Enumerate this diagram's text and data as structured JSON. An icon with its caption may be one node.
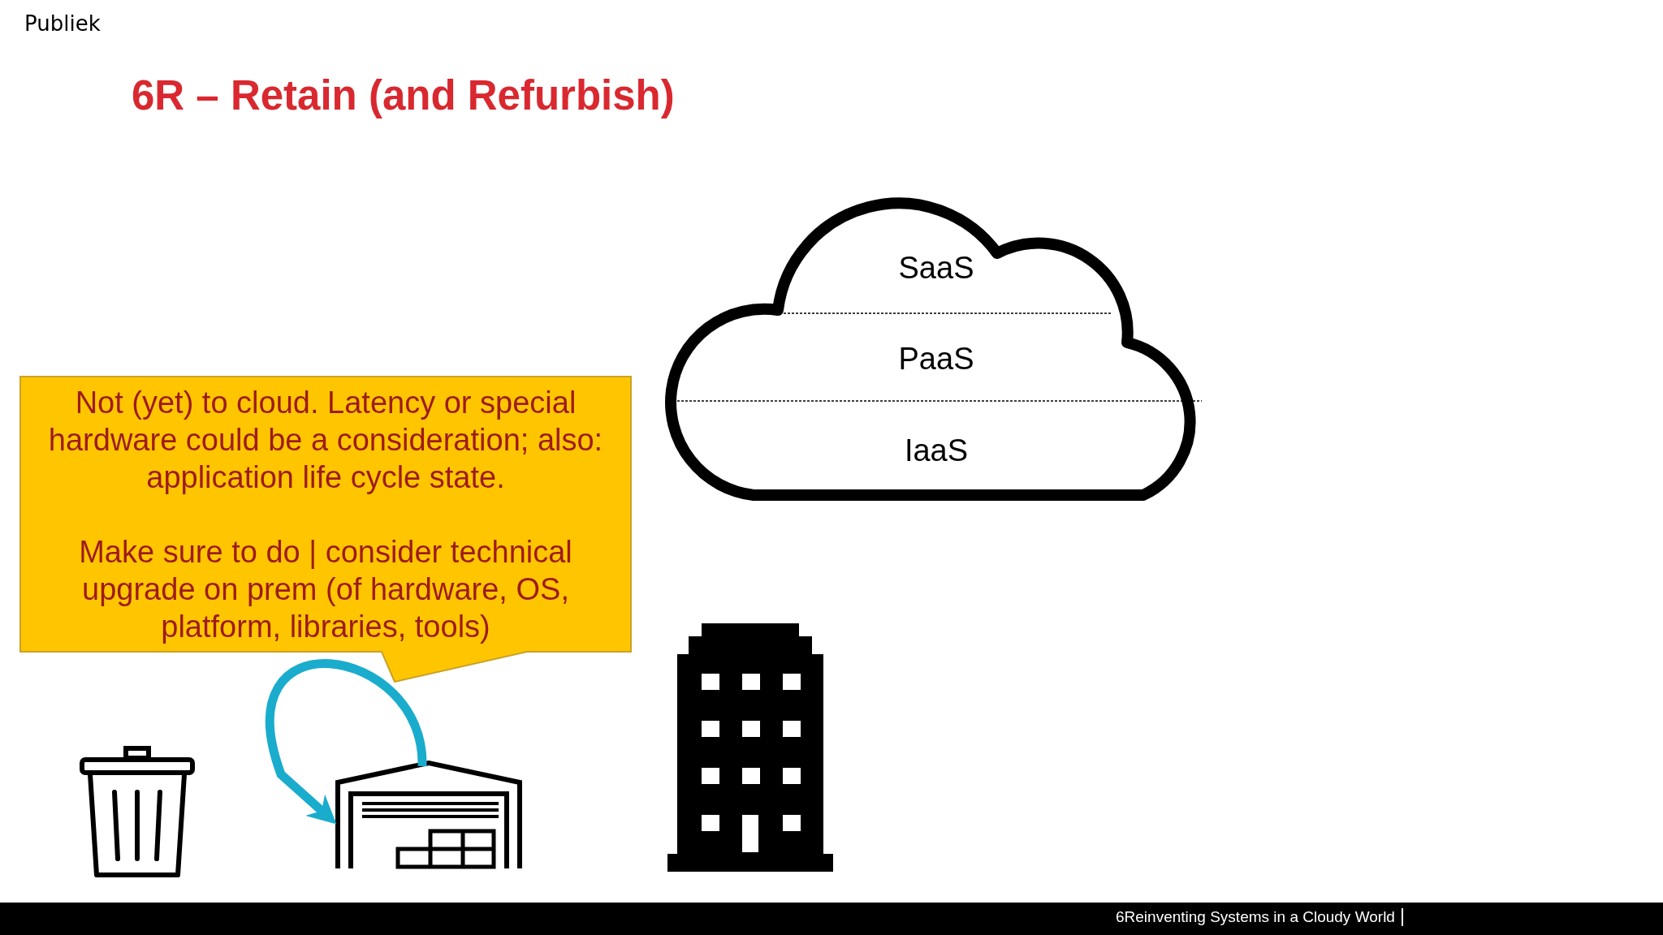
{
  "diagram": {
    "title": "6R – Retain (and Refurbish)",
    "nodes": [
      {
        "text": [
          "SaaS",
          "PaaS",
          "IaaS"
        ]
      },
      {
        "text": [
          "Not (yet) to cloud. Latency or special hardware could be a consideration; also: application life cycle state.",
          "Make sure to do | consider technical upgrade on prem (of hardware, OS, platform, libraries, tools)"
        ]
      },
      {
        "text": [],
        "shape": "bin"
      },
      {
        "text": [],
        "shape": "warehouse"
      },
      {
        "text": [],
        "shape": "building"
      }
    ],
    "edges": [
      {
        "from": 3,
        "to": 3,
        "arrow": "to"
      }
    ],
    "labels": [
      "Publiek",
      "6Reinventing Systems in a Cloudy World"
    ]
  }
}
